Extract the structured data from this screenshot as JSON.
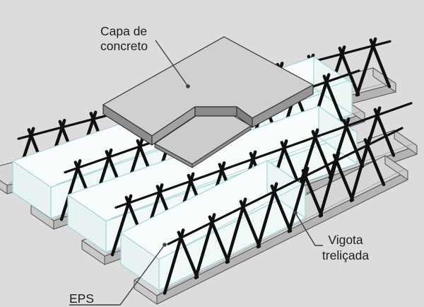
{
  "diagram": {
    "description": "Isometric diagram of a pre-cast lattice joist slab system",
    "labels": {
      "cap": {
        "line1": "Capa de",
        "line2": "concreto"
      },
      "joist": {
        "line1": "Vigota",
        "line2": "treliçada"
      },
      "eps": {
        "label": "EPS"
      }
    },
    "colors": {
      "background": "#dcdcdc",
      "text": "#1d1d1d",
      "leader_line": "#3f3f3f",
      "slab_top": "#d0d0d0",
      "slab_face": "#8d8d8d",
      "slab_wall_left": "#a2a2a2",
      "slab_wall_back": "#8a8a8a",
      "slab_wall_right": "#808080",
      "slab_face_right": "#969696",
      "slab_floor": "#cccccc",
      "slab_lip": "#8d8d8d",
      "slab_stroke": "#333333",
      "strip_top": "#d6d6d6",
      "strip_front": "#b4b4b4",
      "strip_end": "#c9c9c9",
      "strip_stroke": "#4f4f4f",
      "eps_top": "#f8fcfc",
      "eps_front": "#f1f8f8",
      "eps_end_left": "#e9f2f2",
      "eps_end_right": "#eef5f5",
      "eps_edge": "#a3d6d8",
      "steel": "#101010"
    }
  }
}
